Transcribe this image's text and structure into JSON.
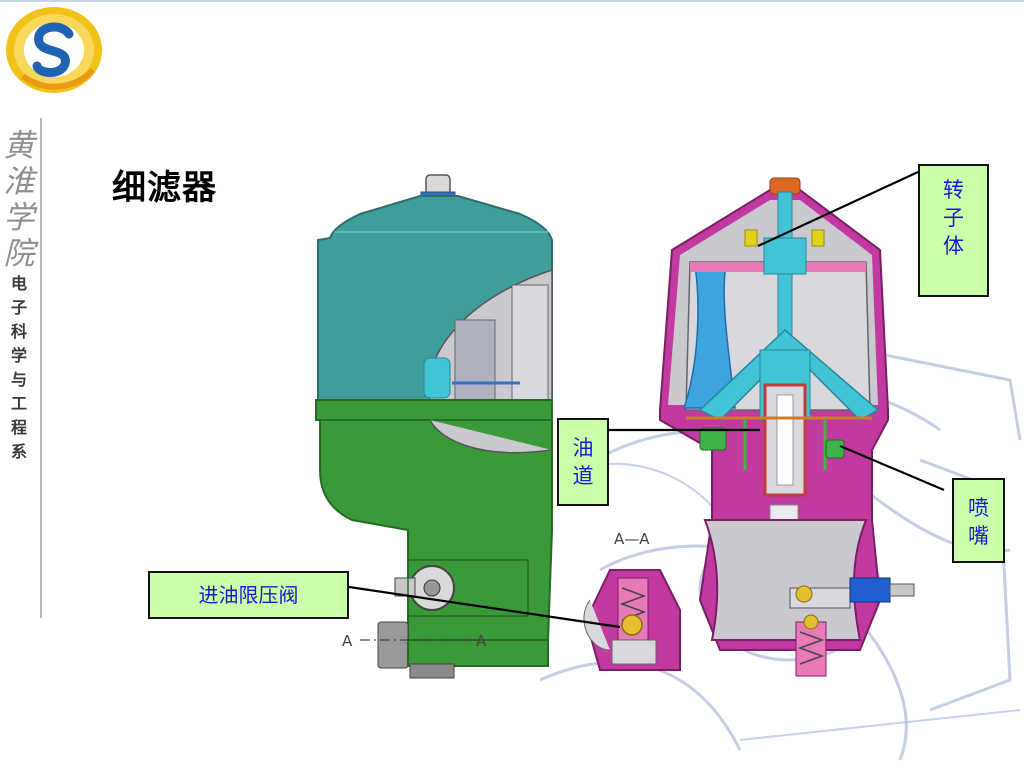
{
  "logo": {
    "name": "school-logo"
  },
  "school": {
    "name_chars": [
      "黄",
      "淮",
      "学",
      "院"
    ],
    "dept_chars": [
      "电",
      "子",
      "科",
      "学",
      "与",
      "工",
      "程",
      "系"
    ]
  },
  "title": "细滤器",
  "labels": {
    "rotor": [
      "转",
      "子",
      "体"
    ],
    "oil_passage": [
      "油",
      "道"
    ],
    "nozzle": [
      "喷",
      "嘴"
    ],
    "inlet_valve": "进油限压阀"
  },
  "section_marks": {
    "left_a": "A",
    "left_b": "A",
    "section_title": "A—A"
  },
  "colors": {
    "housing_teal": "#3f9e9a",
    "base_green": "#3a9a3a",
    "rotor_cyan": "#33bbcc",
    "shell_magenta": "#c23aa0",
    "label_bg": "#ccffaa",
    "label_text": "#1a1ad0"
  }
}
